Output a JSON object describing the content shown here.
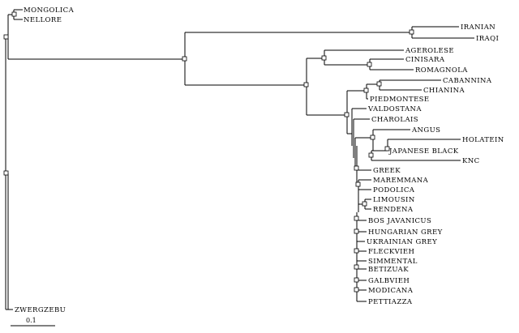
{
  "tree": {
    "leaves": [
      "MONGOLICA",
      "NELLORE",
      "IRANIAN",
      "IRAQI",
      "AGEROLESE",
      "CINISARA",
      "ROMAGNOLA",
      "CABANNINA",
      "CHIANINA",
      "PIEDMONTESE",
      "VALDOSTANA",
      "CHAROLAIS",
      "ANGUS",
      "HOLATEIN",
      "JAPANESE BLACK",
      "KNC",
      "GREEK",
      "MAREMMANA",
      "PODOLICA",
      "LIMOUSIN",
      "RENDENA",
      "BOS JAVANICUS",
      "HUNGARIAN GREY",
      "UKRAINIAN GREY",
      "FLECKVIEH",
      "SIMMENTAL",
      "BETIZUAK",
      "GALBVIEH",
      "MODICANA",
      "PETTIAZZA",
      "ZWERGZEBU"
    ]
  },
  "scale_bar": {
    "label": "0.1"
  }
}
